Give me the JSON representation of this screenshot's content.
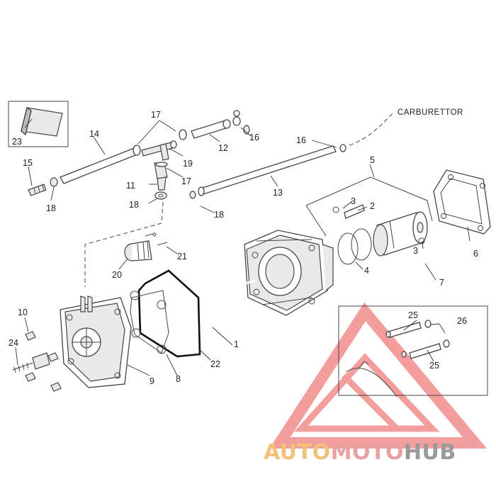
{
  "labels": {
    "carburettor": "CARBURETTOR"
  },
  "callouts": {
    "n1": "1",
    "n2": "2",
    "n3a": "3",
    "n3b": "3",
    "n4": "4",
    "n5": "5",
    "n6": "6",
    "n7": "7",
    "n8": "8",
    "n9": "9",
    "n10": "10",
    "n11": "11",
    "n12": "12",
    "n13": "13",
    "n14": "14",
    "n15": "15",
    "n16a": "16",
    "n16b": "16",
    "n17a": "17",
    "n17b": "17",
    "n18a": "18",
    "n18b": "18",
    "n18c": "18",
    "n19": "19",
    "n20": "20",
    "n21": "21",
    "n22": "22",
    "n23": "23",
    "n24": "24",
    "n25a": "25",
    "n25b": "25",
    "n26": "26"
  },
  "watermark": {
    "part1": "AUTO",
    "part2": "MOTO",
    "part3": "HUB",
    "colors": {
      "auto": "#f0c27a",
      "moto": "#e8a0a0",
      "hub": "#9a9a9a",
      "triangle": "#ef7d7d"
    }
  }
}
